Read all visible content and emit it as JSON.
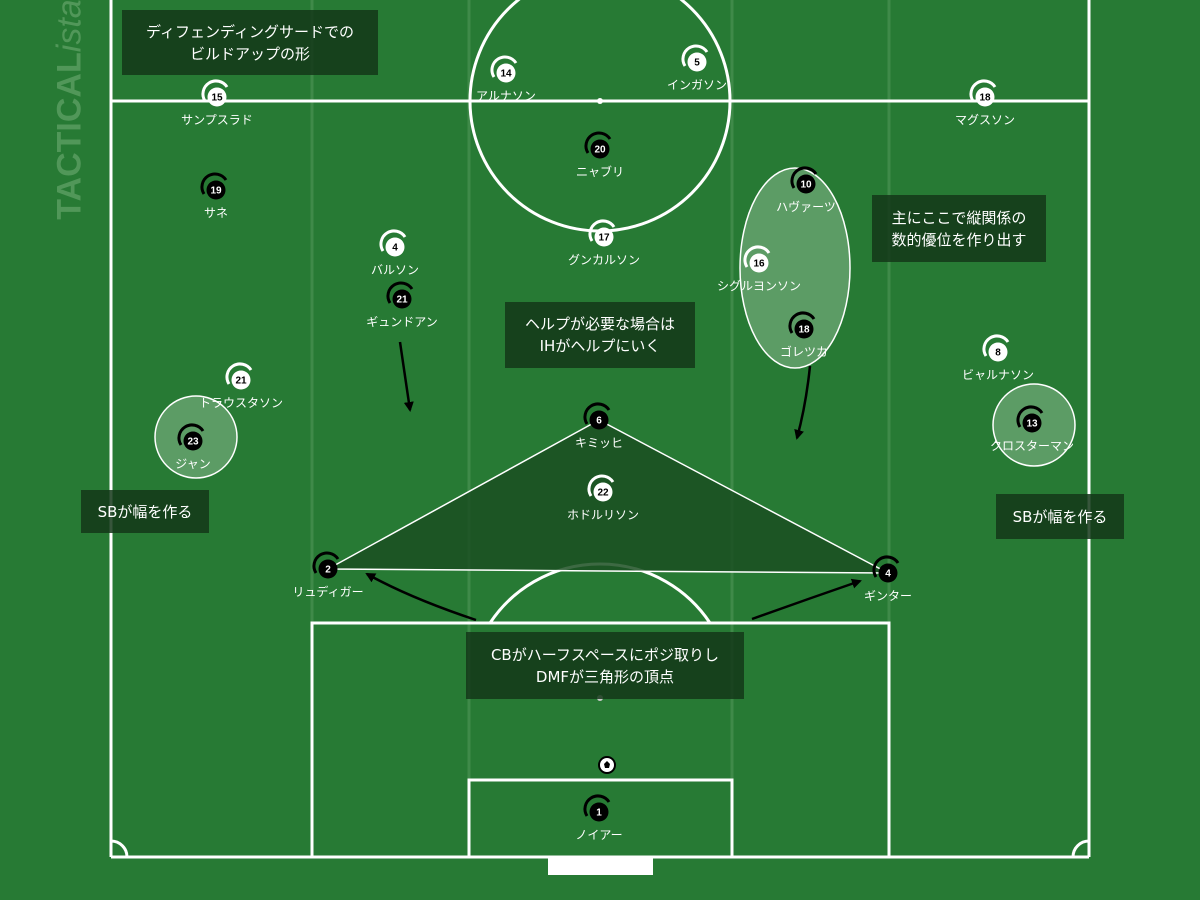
{
  "watermark": {
    "brand_bold": "TACTICAL",
    "brand_light": "ista"
  },
  "colors": {
    "pitch": "#277a34",
    "lines": "#ffffff",
    "team_white": "#ffffff",
    "team_black": "#000000",
    "annotation_bg": "#163a1b",
    "highlight": "#66a26e",
    "triangle": "#1b4f22"
  },
  "annotations": {
    "title": [
      "ディフェンディングサードでの",
      "ビルドアップの形"
    ],
    "overload": [
      "主にここで縦関係の",
      "数的優位を作り出す"
    ],
    "help": [
      "ヘルプが必要な場合は",
      "IHがヘルプにいく"
    ],
    "sb_left": "SBが幅を作る",
    "sb_right": "SBが幅を作る",
    "cb": [
      "CBがハーフスペースにポジ取りし",
      "DMFが三角形の頂点"
    ]
  },
  "players": [
    {
      "number": "15",
      "name": "サンプスラド",
      "team": "white"
    },
    {
      "number": "14",
      "name": "アルナソン",
      "team": "white"
    },
    {
      "number": "5",
      "name": "インガソン",
      "team": "white"
    },
    {
      "number": "18",
      "name": "マグスソン",
      "team": "white"
    },
    {
      "number": "4",
      "name": "バルソン",
      "team": "white"
    },
    {
      "number": "17",
      "name": "グンカルソン",
      "team": "white"
    },
    {
      "number": "16",
      "name": "シグルヨンソン",
      "team": "white"
    },
    {
      "number": "8",
      "name": "ビャルナソン",
      "team": "white"
    },
    {
      "number": "21",
      "name": "トラウスタソン",
      "team": "white"
    },
    {
      "number": "22",
      "name": "ホドルリソン",
      "team": "white"
    },
    {
      "number": "20",
      "name": "ニャブリ",
      "team": "black"
    },
    {
      "number": "19",
      "name": "サネ",
      "team": "black"
    },
    {
      "number": "21",
      "name": "ギュンドアン",
      "team": "black"
    },
    {
      "number": "10",
      "name": "ハヴァーツ",
      "team": "black"
    },
    {
      "number": "18",
      "name": "ゴレツカ",
      "team": "black"
    },
    {
      "number": "23",
      "name": "ジャン",
      "team": "black"
    },
    {
      "number": "13",
      "name": "クロスターマン",
      "team": "black"
    },
    {
      "number": "6",
      "name": "キミッヒ",
      "team": "black"
    },
    {
      "number": "2",
      "name": "リュディガー",
      "team": "black"
    },
    {
      "number": "4",
      "name": "ギンター",
      "team": "black"
    },
    {
      "number": "1",
      "name": "ノイアー",
      "team": "black"
    }
  ],
  "ball": {
    "icon": "soccer-ball-icon"
  }
}
